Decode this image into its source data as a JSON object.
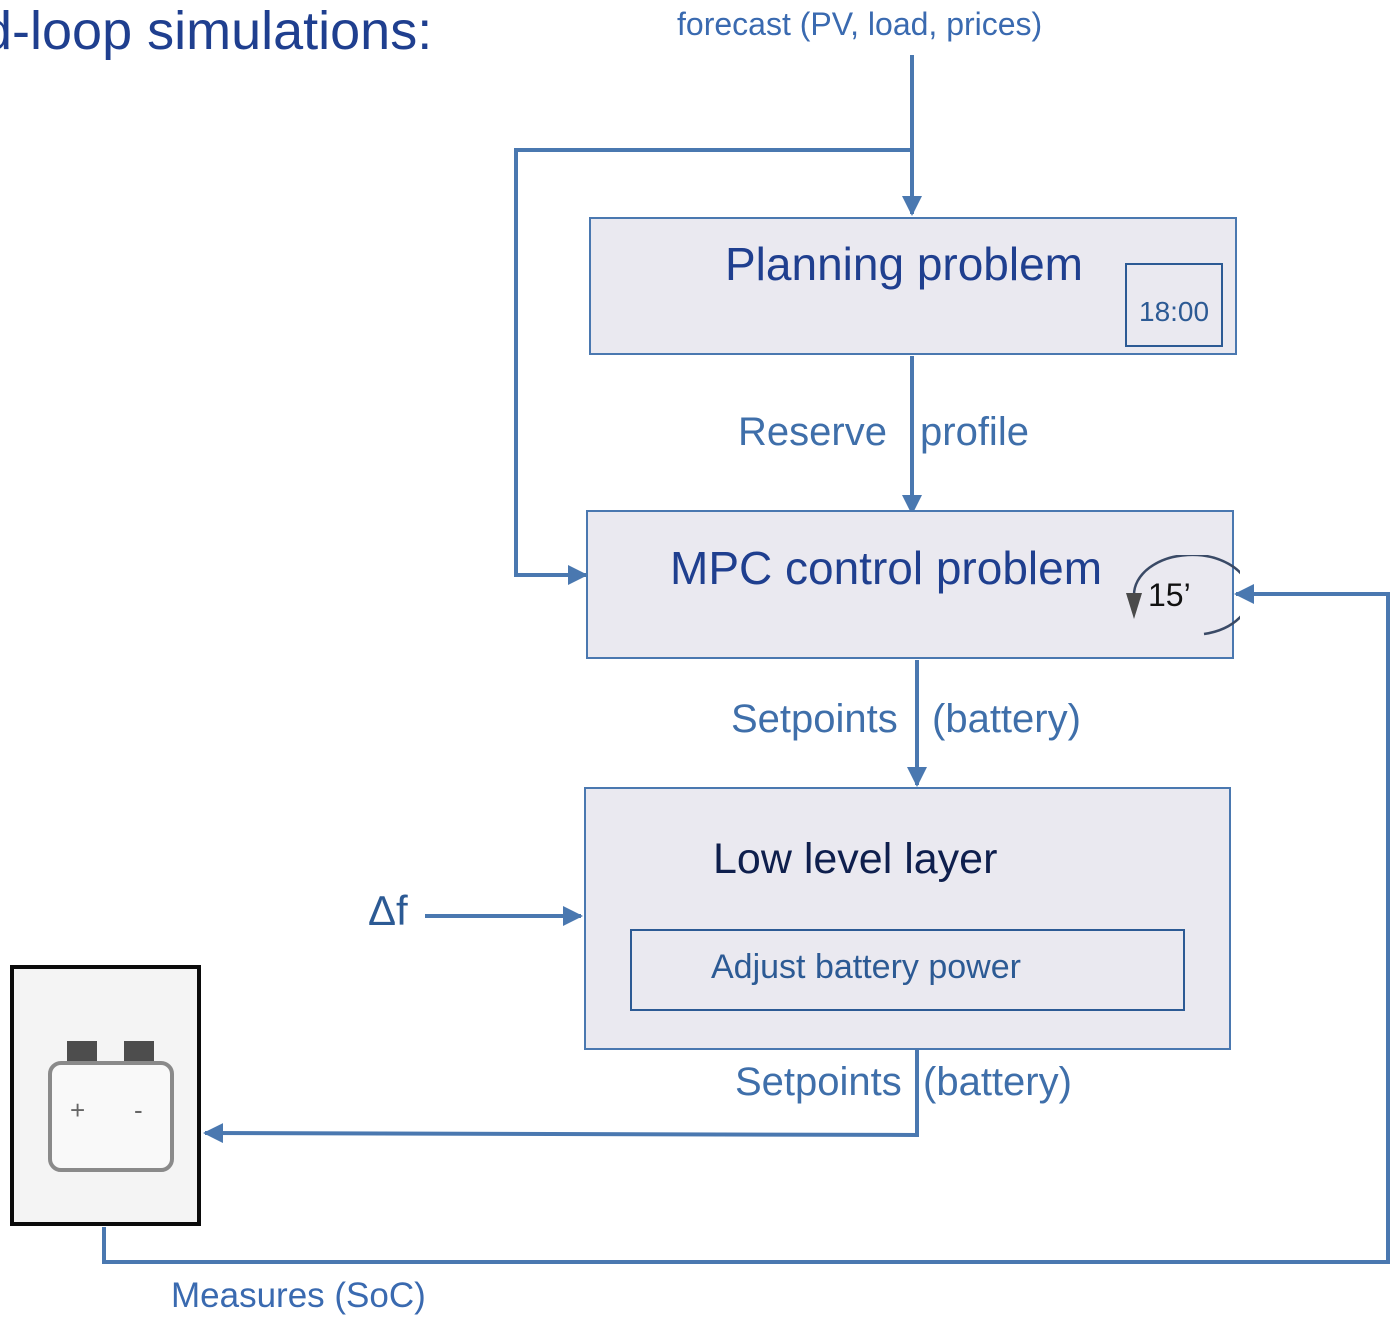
{
  "heading": {
    "text": "d-loop simulations:"
  },
  "forecast_label": "forecast (PV, load, prices)",
  "planning": {
    "title": "Planning problem",
    "time_badge": "18:00"
  },
  "reserve_label": {
    "left": "Reserve",
    "right": "profile"
  },
  "mpc": {
    "title": "MPC control problem",
    "cycle_badge": "15’"
  },
  "setpoints_upper": {
    "left": "Setpoints",
    "right": "(battery)"
  },
  "low_level": {
    "title": "Low level layer",
    "inner": "Adjust battery power"
  },
  "delta_f_label": "Δf",
  "setpoints_lower": {
    "left": "Setpoints",
    "right": "(battery)"
  },
  "battery": {
    "icon": "battery-icon",
    "plus": "+",
    "minus": "-"
  },
  "measures_label": "Measures (SoC)",
  "colors": {
    "line": "#4a78b0",
    "box_fill": "#eae9f0",
    "title_text": "#1f3f8f",
    "flow_text": "#3f6faa"
  }
}
